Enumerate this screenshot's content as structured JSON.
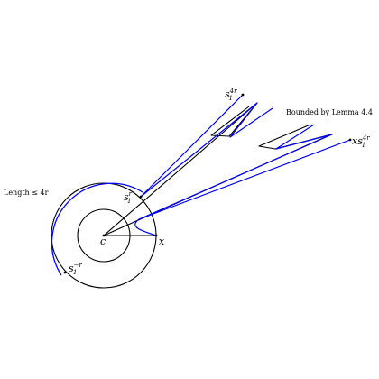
{
  "labels": {
    "center": "c",
    "x_point": "x",
    "s_r": {
      "base": "s",
      "sub": "1",
      "sup": "r"
    },
    "s_4r_top": {
      "base": "s",
      "sub": "1",
      "sup": "4r"
    },
    "s_4r_right": {
      "prefix": "x",
      "base": "s",
      "sub": "1",
      "sup": "4r"
    },
    "s_minus_r": {
      "base": "s",
      "sub": "1",
      "sup": "−r"
    },
    "length_note": "Length ≤ 4r",
    "bounded_note": "Bounded by Lemma 4.4"
  },
  "colors": {
    "black": "#000000",
    "blue": "#0000ff"
  }
}
